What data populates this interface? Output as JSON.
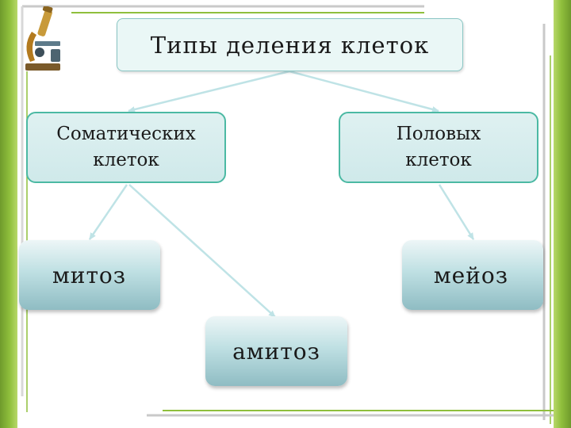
{
  "diagram": {
    "title": "Типы деления клеток",
    "categories": [
      {
        "id": "somatic",
        "label_line1": "Соматических",
        "label_line2": "клеток"
      },
      {
        "id": "sex",
        "label_line1": "Половых",
        "label_line2": "клеток"
      }
    ],
    "processes": {
      "mitoz": "митоз",
      "meioz": "мейоз",
      "amitoz": "амитоз"
    },
    "edges": [
      [
        "title",
        "somatic"
      ],
      [
        "title",
        "sex"
      ],
      [
        "somatic",
        "mitoz"
      ],
      [
        "somatic",
        "amitoz"
      ],
      [
        "sex",
        "meioz"
      ]
    ]
  },
  "decoration": {
    "icon": "microscope-icon",
    "accent_green": "#8fbf3c",
    "box_border": "#4bb9a3",
    "arrow_color": "#bfe3e6"
  }
}
